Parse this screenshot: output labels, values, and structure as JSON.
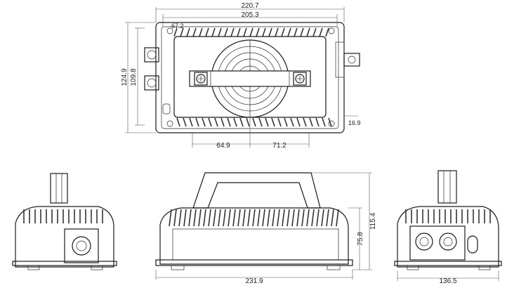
{
  "dimensions": {
    "top_total_width": "220.7",
    "top_inner_width": "205.3",
    "top_offset": "67.2",
    "top_total_height": "124.9",
    "top_inner_height": "109.8",
    "top_right_offset": "16.9",
    "top_bottom_left": "64.9",
    "top_bottom_right": "71.2",
    "front_width": "231.9",
    "front_total_height": "115.4",
    "front_body_height": "75.8",
    "side_width": "136.5"
  },
  "colors": {
    "line": "#1a1a1a",
    "dimension": "#555555",
    "background": "#ffffff"
  }
}
